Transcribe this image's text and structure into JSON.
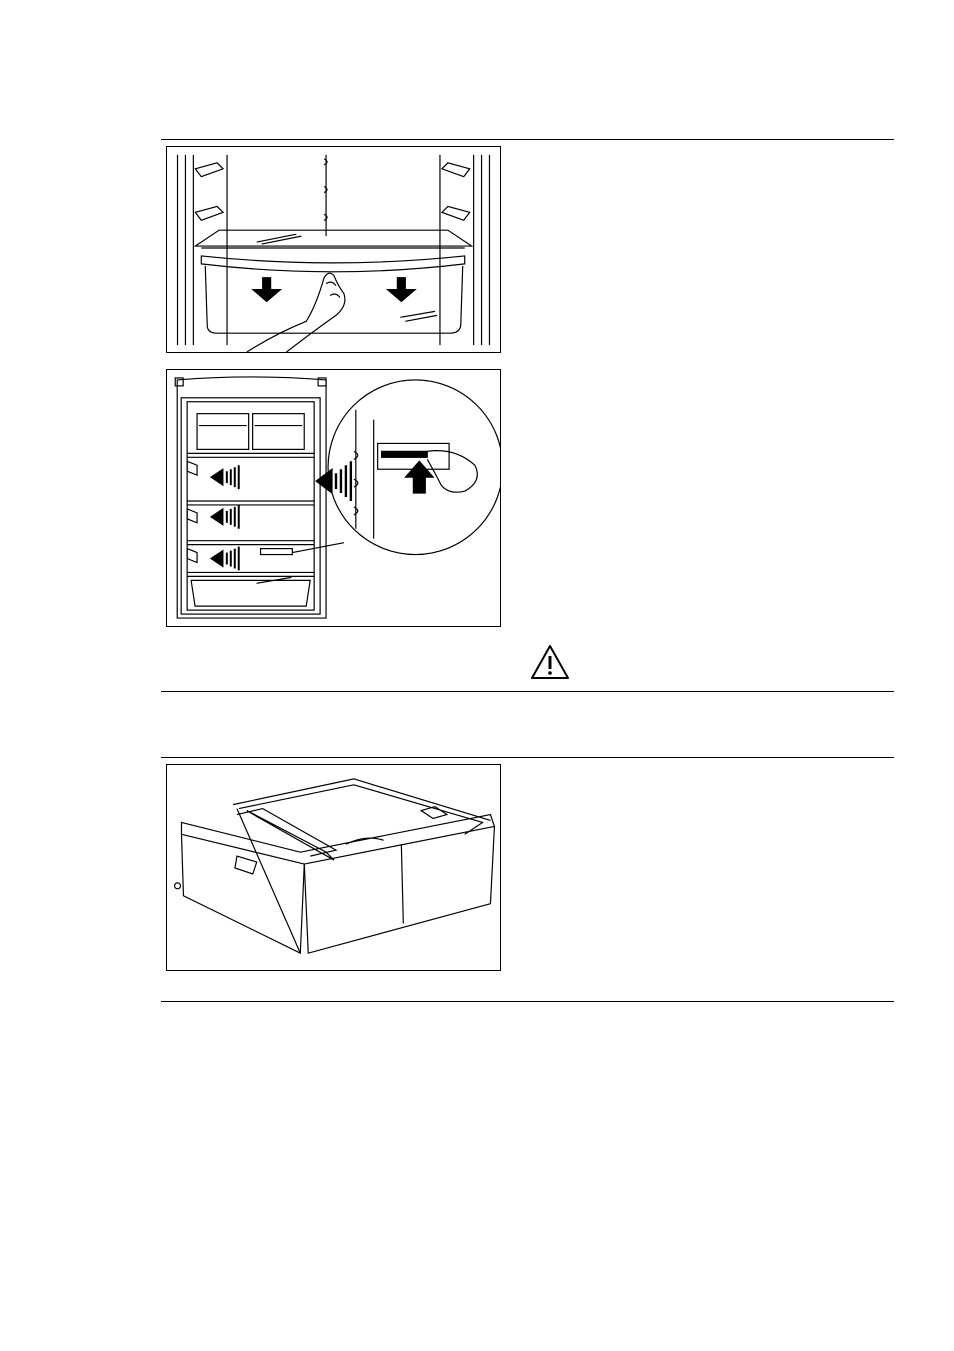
{
  "page": {
    "figures": [
      {
        "name": "remove-crisper-drawer-illustration"
      },
      {
        "name": "shelf-position-illustration"
      },
      {
        "name": "crisper-drawer-divider-illustration"
      }
    ],
    "warning_icon": "warning-triangle-icon"
  }
}
